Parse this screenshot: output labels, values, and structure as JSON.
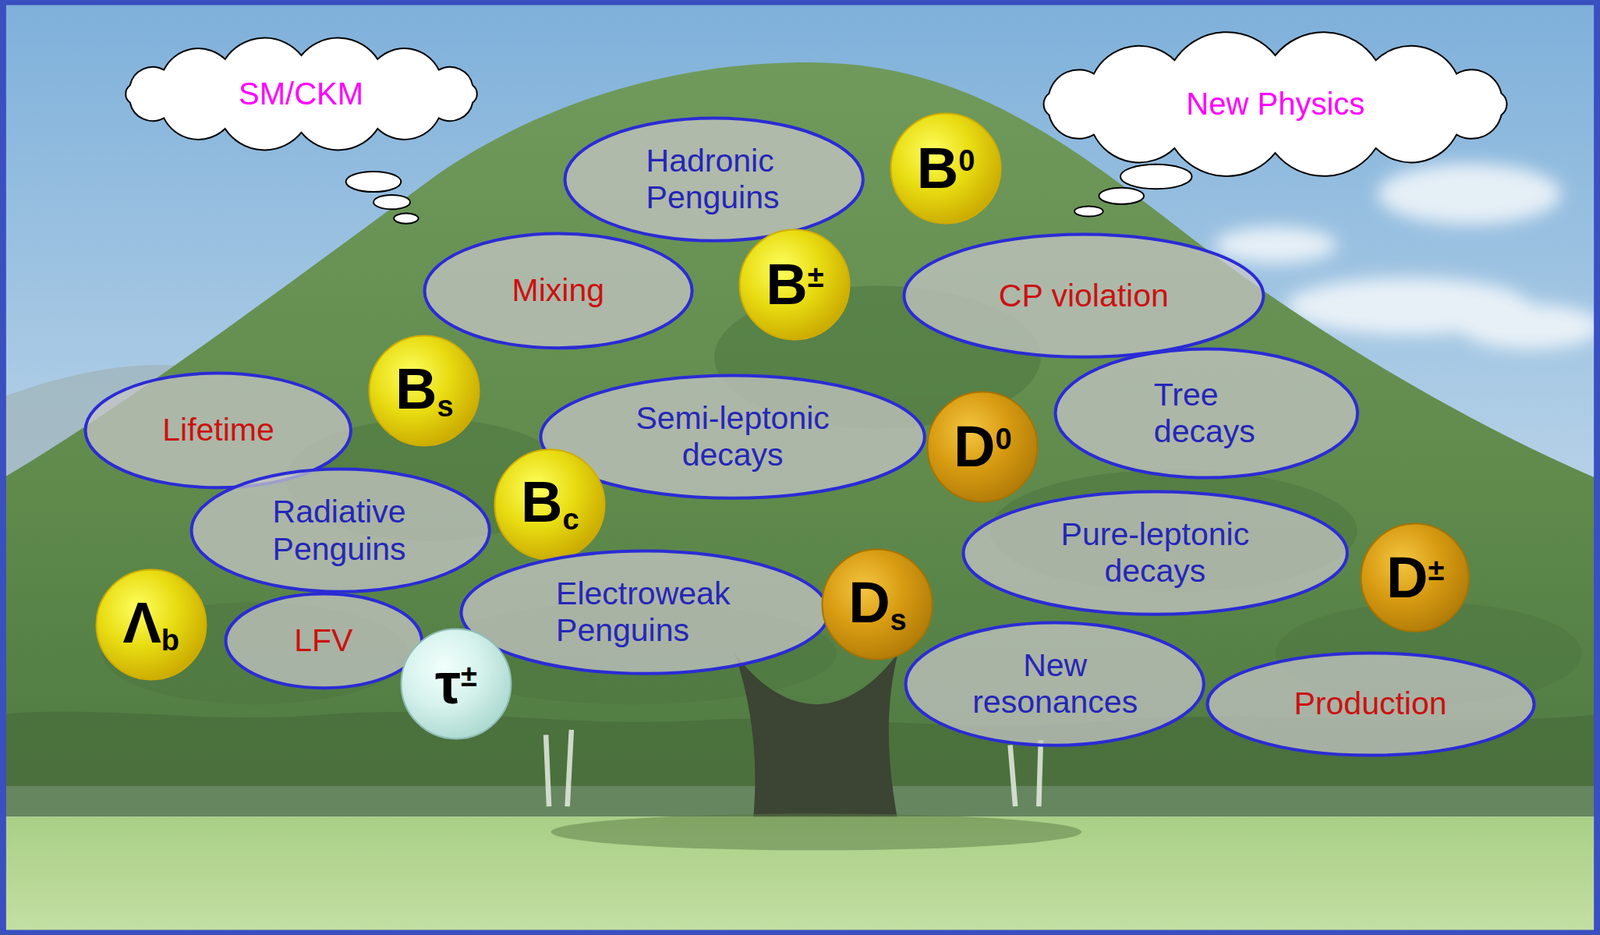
{
  "diagram": {
    "nodes": [
      {
        "text": [
          "SM/CKM"
        ]
      },
      {
        "text": [
          "New Physics"
        ]
      },
      {
        "text": [
          "Hadronic Penguins"
        ]
      },
      {
        "text": [
          "B0"
        ]
      },
      {
        "text": [
          "Mixing"
        ]
      },
      {
        "text": [
          "B±"
        ]
      },
      {
        "text": [
          "CP violation"
        ]
      },
      {
        "text": [
          "Bs"
        ]
      },
      {
        "text": [
          "Lifetime"
        ]
      },
      {
        "text": [
          "Semi-leptonic decays"
        ]
      },
      {
        "text": [
          "D0"
        ]
      },
      {
        "text": [
          "Tree decays"
        ]
      },
      {
        "text": [
          "Radiative Penguins"
        ]
      },
      {
        "text": [
          "Bc"
        ]
      },
      {
        "text": [
          "Pure-leptonic decays"
        ]
      },
      {
        "text": [
          "D±"
        ]
      },
      {
        "text": [
          "Electroweak Penguins"
        ]
      },
      {
        "text": [
          "Ds"
        ]
      },
      {
        "text": [
          "Λb"
        ]
      },
      {
        "text": [
          "LFV"
        ]
      },
      {
        "text": [
          "τ±"
        ]
      },
      {
        "text": [
          "New resonances"
        ]
      },
      {
        "text": [
          "Production"
        ]
      }
    ]
  }
}
